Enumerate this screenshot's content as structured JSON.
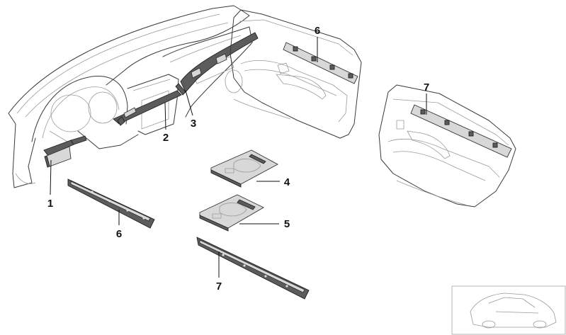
{
  "callouts": [
    {
      "id": "1",
      "label": "1"
    },
    {
      "id": "2",
      "label": "2"
    },
    {
      "id": "3",
      "label": "3"
    },
    {
      "id": "4",
      "label": "4"
    },
    {
      "id": "5",
      "label": "5"
    },
    {
      "id": "6a",
      "label": "6"
    },
    {
      "id": "6b",
      "label": "6"
    },
    {
      "id": "7a",
      "label": "7"
    },
    {
      "id": "7b",
      "label": "7"
    }
  ],
  "colors": {
    "line": "#3a3a3a",
    "trim_dark": "#5c5c5c",
    "thumbnail_frame": "#b5b5b5"
  }
}
